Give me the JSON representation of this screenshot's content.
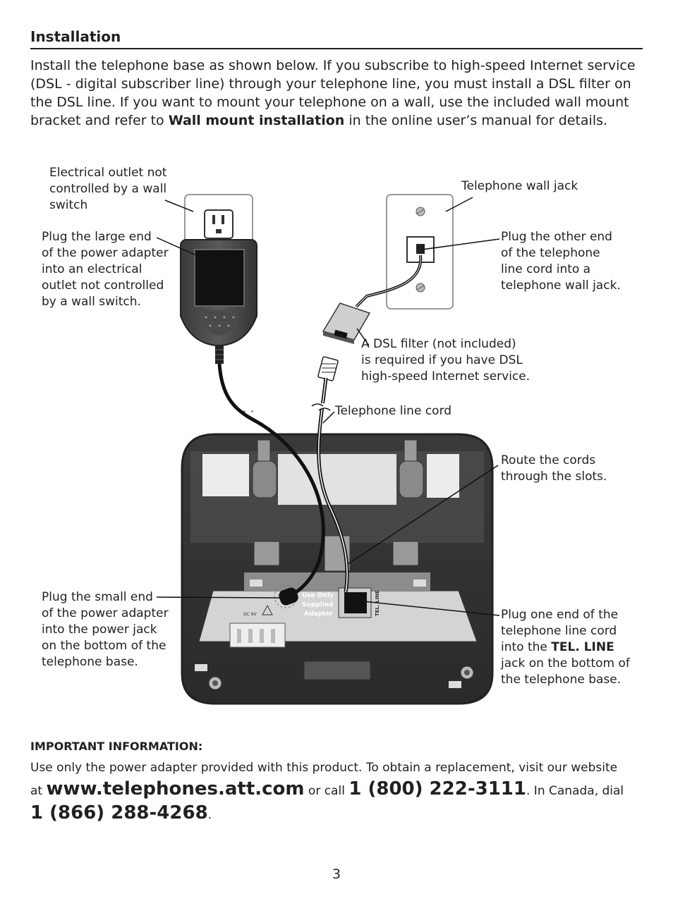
{
  "heading": "Installation",
  "intro": {
    "text_before": "Install the telephone base as shown below. If you subscribe to high-speed Internet service (DSL - digital subscriber line) through your telephone line, you must install a DSL filter on the DSL line. If you want to mount your telephone on a wall, use the included wall mount bracket and refer to ",
    "bold": "Wall mount installation",
    "text_after": " in the online user’s manual for details."
  },
  "callouts": {
    "outlet": [
      "Electrical outlet not",
      "controlled by a wall",
      "switch"
    ],
    "plug_large": [
      "Plug the large end",
      "of the power adapter",
      "into an electrical",
      "outlet not controlled",
      "by a wall switch."
    ],
    "wall_jack": "Telephone wall jack",
    "plug_other": [
      "Plug the other end",
      "of the telephone",
      "line cord into a",
      "telephone wall jack."
    ],
    "dsl": [
      "A DSL filter (not included)",
      "is required if you have DSL",
      "high-speed Internet service."
    ],
    "line_cord": "Telephone line cord",
    "route": [
      "Route the cords",
      "through the slots."
    ],
    "plug_small": [
      "Plug the small end",
      "of the power adapter",
      "into the power jack",
      "on the bottom of the",
      "telephone base."
    ],
    "plug_one": {
      "line1": "Plug one end of the",
      "line2": "telephone line cord",
      "line3_before": "into the ",
      "line3_bold": "TEL. LINE",
      "line4": "jack on the bottom of",
      "line5": "the telephone base."
    }
  },
  "base_labels": {
    "use_only": "Use Only",
    "supplied": "Supplied",
    "adapter": "Adapter",
    "tel_line": "TEL. LINE",
    "dc": "DC 6V"
  },
  "important": {
    "title": "IMPORTANT INFORMATION:",
    "line1": "Use only the power adapter provided with this product. To obtain a replacement, visit our website",
    "at": "at ",
    "website": "www.telephones.att.com",
    "or_call": " or call ",
    "phone_us": "1 (800) 222-3111",
    "canada": ". In Canada, dial",
    "phone_ca": "1 (866) 288-4268",
    "period": "."
  },
  "page_number": "3"
}
